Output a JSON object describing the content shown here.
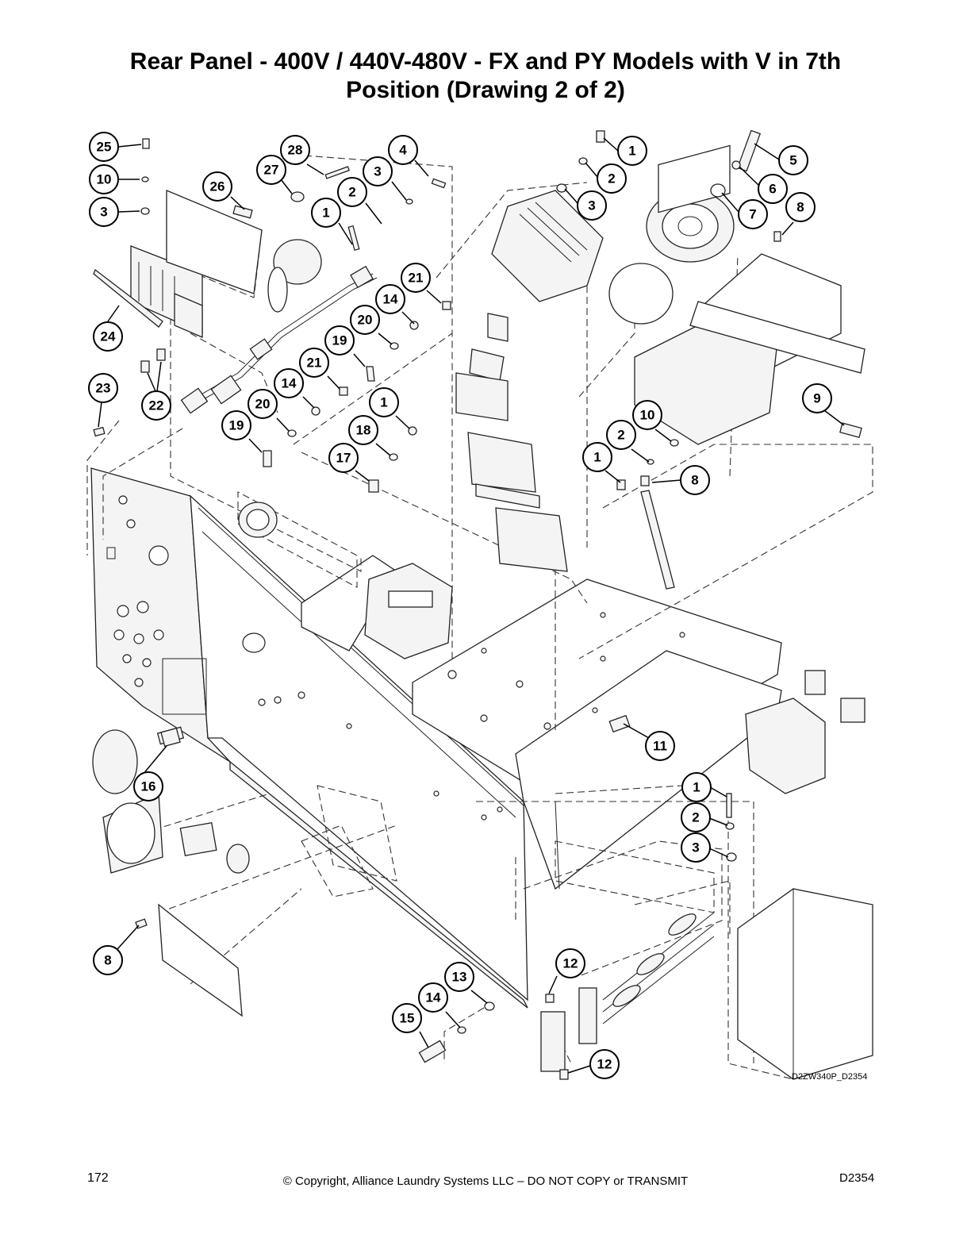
{
  "title": {
    "line1": "Rear Panel - 400V / 440V-480V - FX and PY Models with V in 7th",
    "line2": "Position (Drawing 2 of 2)"
  },
  "callouts": [
    "25",
    "10",
    "3",
    "26",
    "27",
    "28",
    "1",
    "2",
    "3",
    "4",
    "24",
    "22",
    "23",
    "21",
    "14",
    "20",
    "19",
    "21",
    "14",
    "20",
    "19",
    "1",
    "18",
    "17",
    "1",
    "2",
    "3",
    "5",
    "6",
    "7",
    "8",
    "9",
    "10",
    "2",
    "1",
    "8",
    "11",
    "16",
    "8",
    "1",
    "2",
    "3",
    "12",
    "13",
    "14",
    "15",
    "12"
  ],
  "drawing_code": "D2ZW340P_D2354",
  "footer": {
    "page_number": "172",
    "copyright": "© Copyright, Alliance Laundry Systems LLC – DO NOT COPY or TRANSMIT",
    "document_code": "D2354"
  }
}
